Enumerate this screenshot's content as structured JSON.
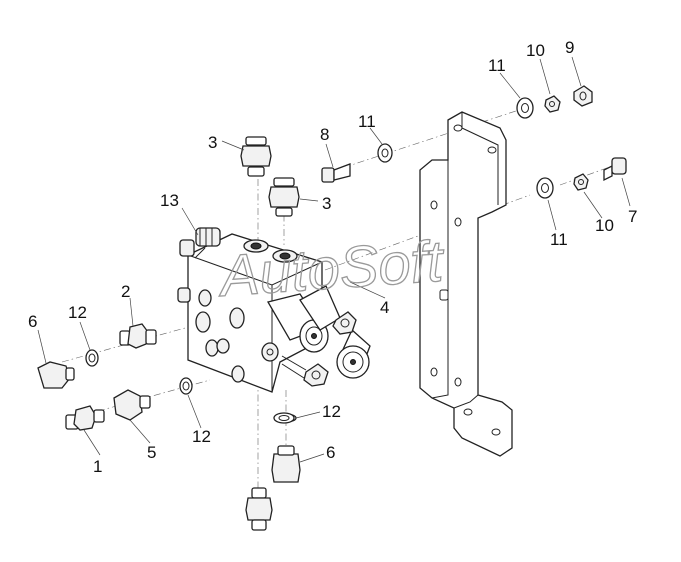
{
  "watermark": "AutoSoft",
  "callouts": [
    {
      "id": "c1",
      "text": "1"
    },
    {
      "id": "c2",
      "text": "2"
    },
    {
      "id": "c3a",
      "text": "3"
    },
    {
      "id": "c3b",
      "text": "3"
    },
    {
      "id": "c4",
      "text": "4"
    },
    {
      "id": "c5",
      "text": "5"
    },
    {
      "id": "c6a",
      "text": "6"
    },
    {
      "id": "c6b",
      "text": "6"
    },
    {
      "id": "c7",
      "text": "7"
    },
    {
      "id": "c8",
      "text": "8"
    },
    {
      "id": "c9",
      "text": "9"
    },
    {
      "id": "c10a",
      "text": "10"
    },
    {
      "id": "c10b",
      "text": "10"
    },
    {
      "id": "c11a",
      "text": "11"
    },
    {
      "id": "c11b",
      "text": "11"
    },
    {
      "id": "c11c",
      "text": "11"
    },
    {
      "id": "c12a",
      "text": "12"
    },
    {
      "id": "c12b",
      "text": "12"
    },
    {
      "id": "c12c",
      "text": "12"
    },
    {
      "id": "c13",
      "text": "13"
    }
  ]
}
